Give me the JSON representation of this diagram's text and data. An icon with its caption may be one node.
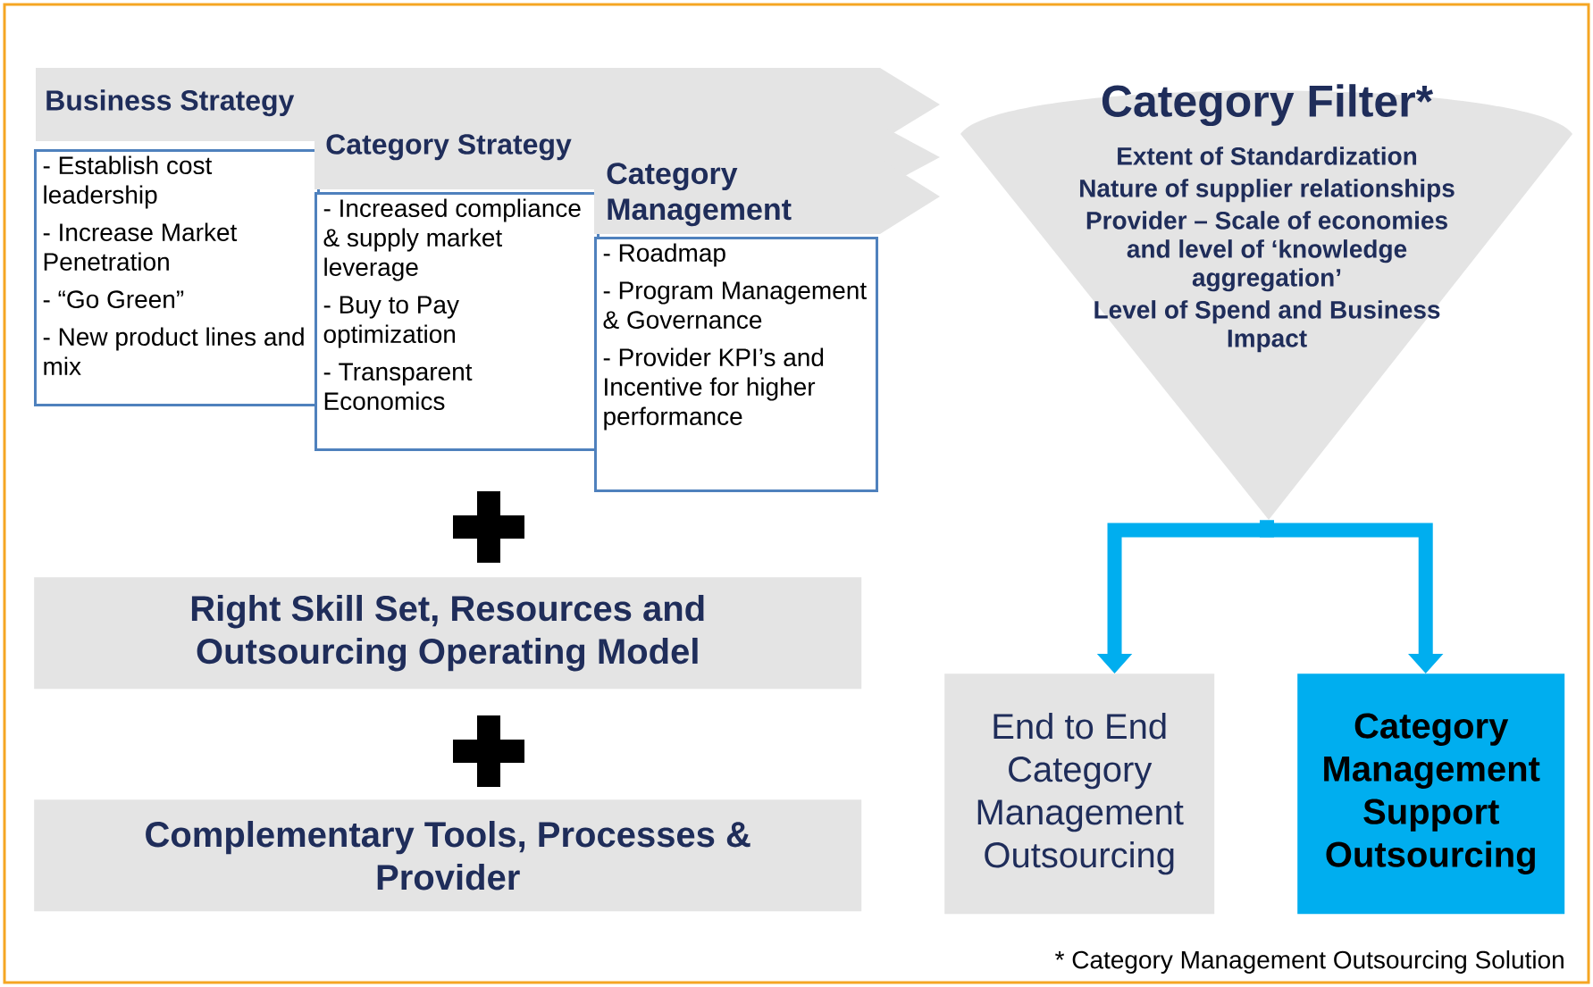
{
  "diagram": {
    "nodes": [
      {
        "text": [
          "Business Strategy"
        ]
      },
      {
        "text": [
          "- Establish cost leadership",
          "- Increase Market Penetration",
          "- “Go Green”",
          "- New product lines and mix"
        ]
      },
      {
        "text": [
          "Category Strategy"
        ]
      },
      {
        "text": [
          "- Increased compliance & supply market leverage",
          "- Buy to Pay optimization",
          "- Transparent Economics"
        ]
      },
      {
        "text": [
          "Category Management"
        ]
      },
      {
        "text": [
          "- Roadmap",
          "- Program Management & Governance",
          "- Provider KPI’s and Incentive for higher performance"
        ]
      },
      {
        "text": [
          "Category Filter*",
          "Extent of Standardization",
          "Nature of supplier relationships",
          "Provider – Scale of economies and level of ‘knowledge aggregation’",
          "Level of Spend and Business Impact"
        ]
      },
      {
        "text": [
          "Right Skill Set, Resources and Outsourcing Operating Model"
        ]
      },
      {
        "text": [
          "Complementary Tools, Processes & Provider"
        ]
      },
      {
        "text": [
          "End to End Category Management Outsourcing"
        ]
      },
      {
        "text": [
          "Category Management Support Outsourcing"
        ]
      }
    ],
    "edges": [
      {
        "from": 6,
        "to": 9,
        "arrow": "to",
        "color": "#00aeef"
      },
      {
        "from": 6,
        "to": 10,
        "arrow": "to",
        "color": "#00aeef"
      }
    ],
    "labels": [
      "* Category Management Outsourcing Solution"
    ]
  }
}
